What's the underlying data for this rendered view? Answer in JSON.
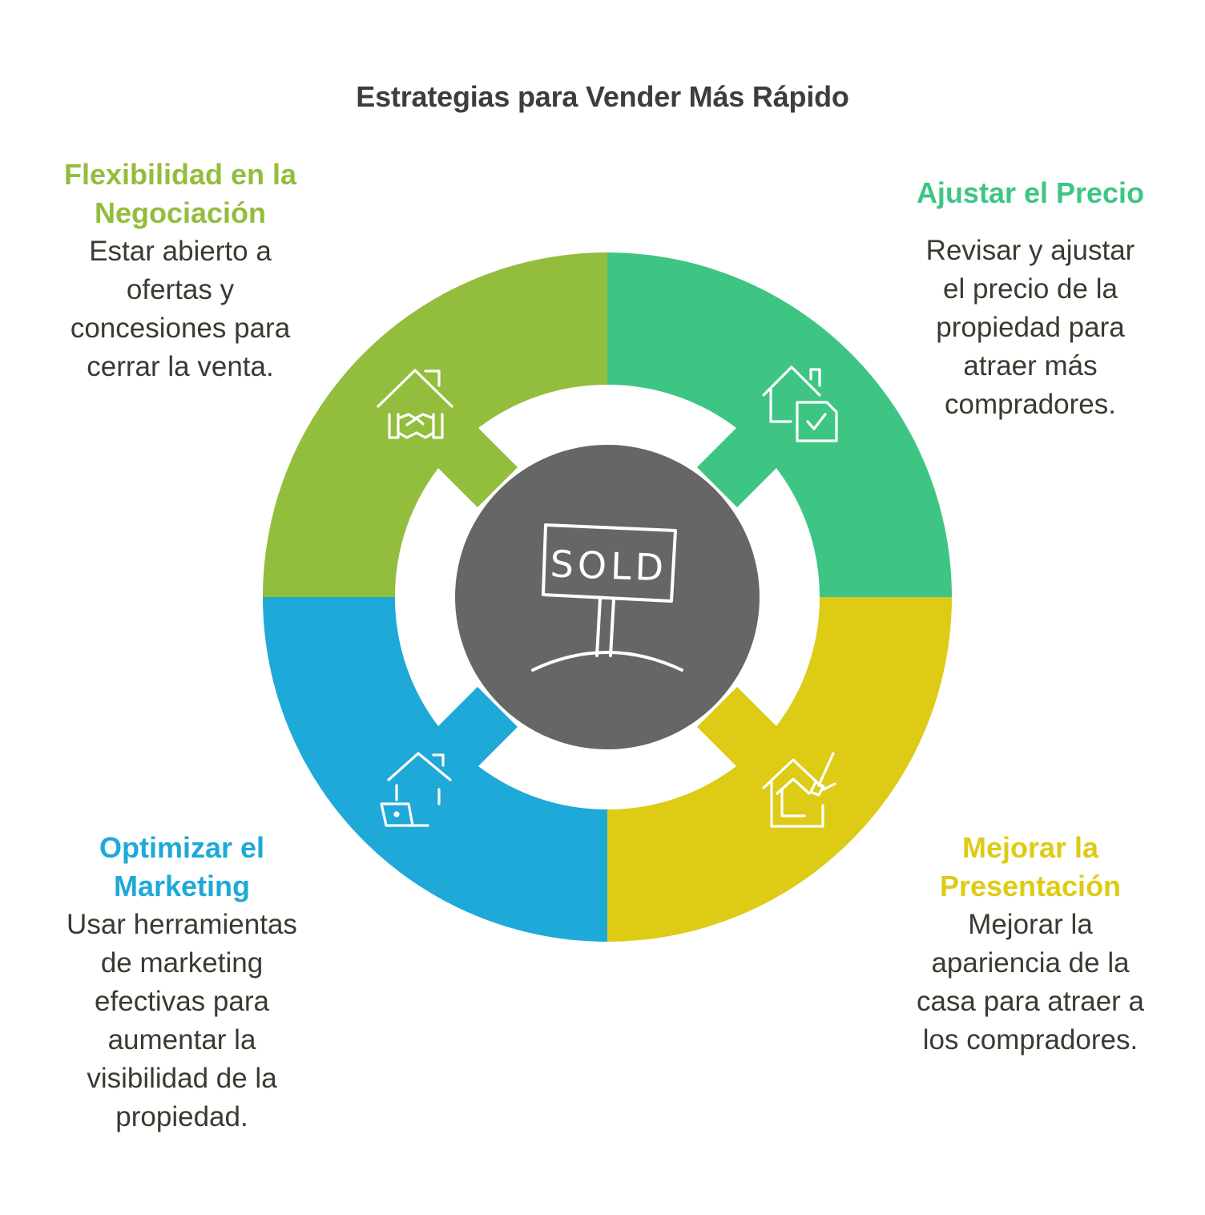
{
  "title": "Estrategias para Vender Más Rápido",
  "center": {
    "sign_text": "SOLD",
    "color": "#666666"
  },
  "segments": [
    {
      "id": "negociacion",
      "heading": "Flexibilidad en la\nNegociación",
      "description": "Estar abierto a\nofertas y\nconcesiones para\ncerrar la venta.",
      "color": "#93BD3D",
      "icon": "house-handshake-icon"
    },
    {
      "id": "precio",
      "heading": "Ajustar el Precio",
      "description": "Revisar y ajustar\nel precio de la\npropiedad para\natraer más\ncompradores.",
      "color": "#3EC584",
      "icon": "house-document-check-icon"
    },
    {
      "id": "presentacion",
      "heading": "Mejorar la\nPresentación",
      "description": "Mejorar la\napariencia de la\ncasa para atraer a\nlos compradores.",
      "color": "#DDCB16",
      "icon": "house-brush-icon"
    },
    {
      "id": "marketing",
      "heading": "Optimizar el\nMarketing",
      "description": "Usar herramientas\nde marketing\nefectivas para\naumentar la\nvisibilidad de la\npropiedad.",
      "color": "#1EA9D8",
      "icon": "house-laptop-icon"
    }
  ]
}
